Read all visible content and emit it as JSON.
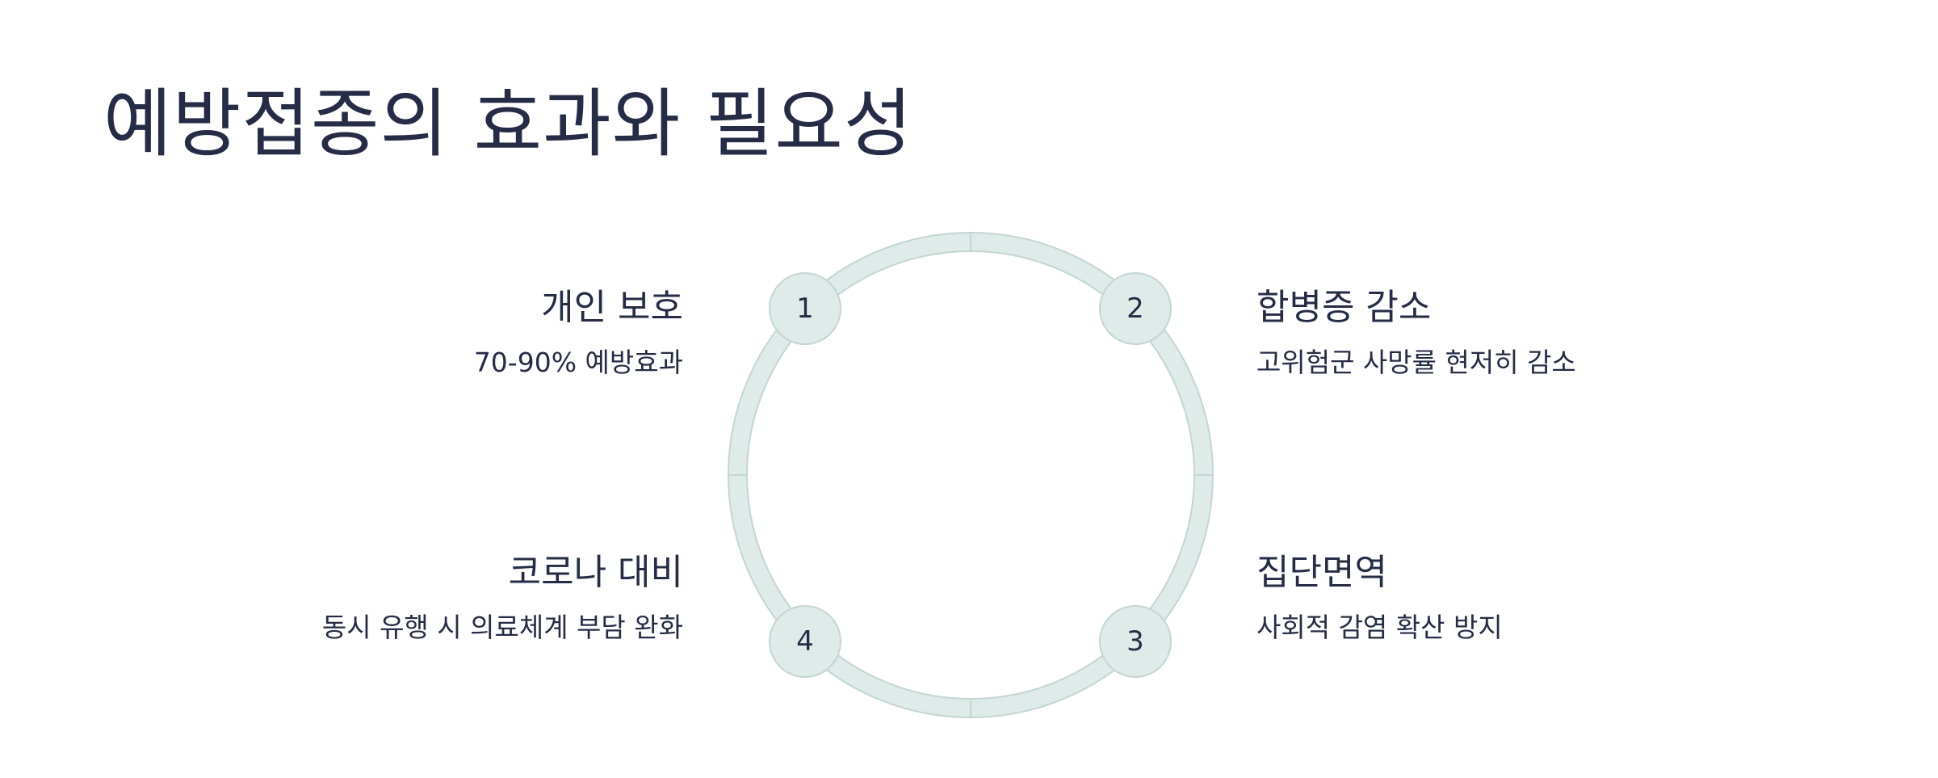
{
  "title": "예방접종의 효과와 필요성",
  "colors": {
    "text": "#262c45",
    "ring_fill": "#deebe8",
    "ring_stroke": "#c4d6d1",
    "node_fill": "#deebe8",
    "background": "#ffffff"
  },
  "steps": [
    {
      "number": "1",
      "title": "개인 보호",
      "description": "70-90% 예방효과"
    },
    {
      "number": "2",
      "title": "합병증 감소",
      "description": "고위험군 사망률 현저히 감소"
    },
    {
      "number": "3",
      "title": "집단면역",
      "description": "사회적 감염 확산 방지"
    },
    {
      "number": "4",
      "title": "코로나 대비",
      "description": "동시 유행 시 의료체계 부담 완화"
    }
  ]
}
